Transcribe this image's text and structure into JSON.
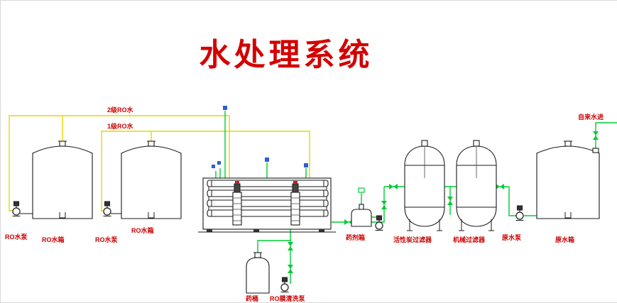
{
  "title": "水处理系统",
  "colors": {
    "title_red": "#d40000",
    "label_red": "#cc0000",
    "pipe_green": "#00cc33",
    "pipe_yellow": "#e6d800",
    "instrument_blue": "#2d5fd0"
  },
  "pipe_labels": {
    "stage2_ro_water": "2级RO水",
    "stage1_ro_water": "1级RO水",
    "tap_water_inlet": "自来水进"
  },
  "equipment_labels": {
    "ro_pump_1": "RO水泵",
    "ro_tank_1": "RO水箱",
    "ro_pump_2": "RO水泵",
    "ro_tank_2": "RO水箱",
    "dosing_tank": "药剂箱",
    "activated_carbon_filter": "活性炭过滤器",
    "mechanical_filter": "机械过滤器",
    "raw_water_pump": "原水泵",
    "raw_water_tank": "原水箱",
    "chemical_barrel": "药桶",
    "ro_membrane_cleaning_pump": "RO膜清洗泵"
  }
}
